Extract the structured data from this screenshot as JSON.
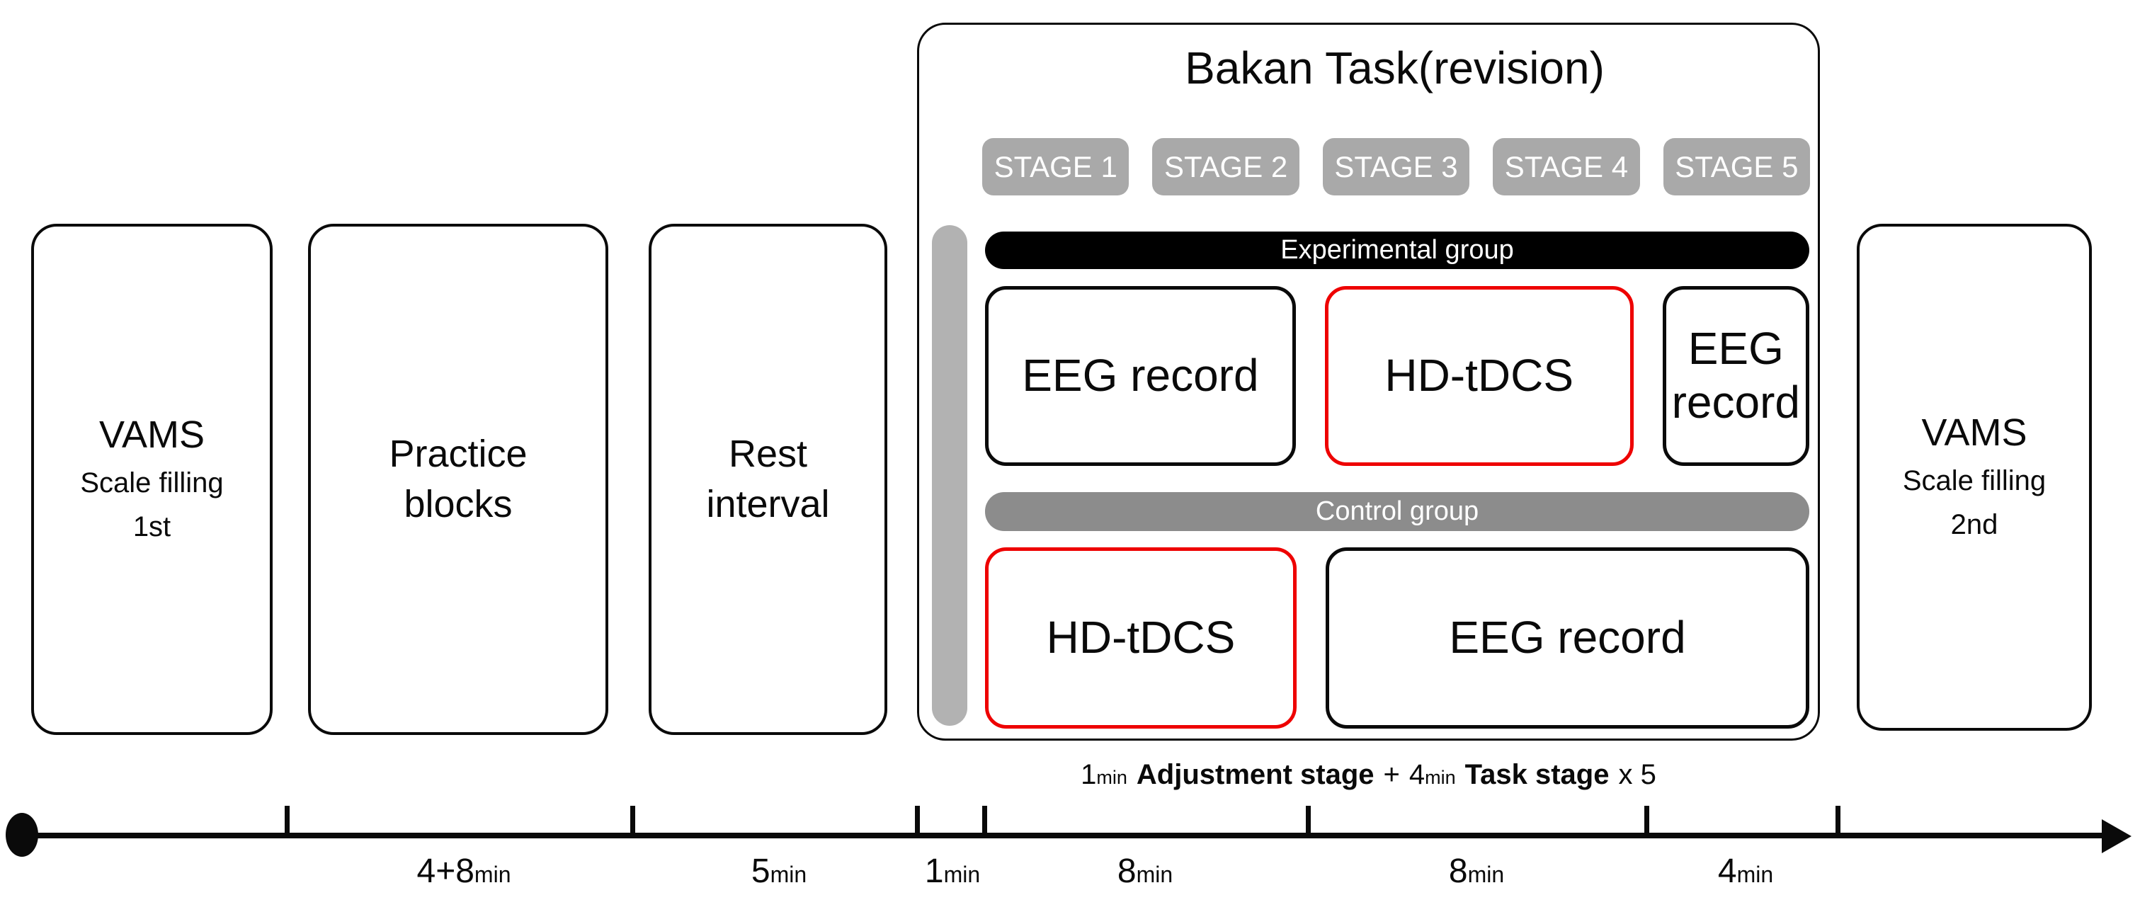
{
  "left_boxes": {
    "vams1": {
      "title": "VAMS",
      "sub1": "Scale filling",
      "sub2": "1st"
    },
    "practice": {
      "line1": "Practice",
      "line2": "blocks"
    },
    "rest": {
      "line1": "Rest",
      "line2": "interval"
    },
    "vams2": {
      "title": "VAMS",
      "sub1": "Scale filling",
      "sub2": "2nd"
    }
  },
  "bakan": {
    "title": "Bakan Task(revision)",
    "stages": [
      "STAGE 1",
      "STAGE 2",
      "STAGE 3",
      "STAGE 4",
      "STAGE 5"
    ],
    "experimental": {
      "label": "Experimental group",
      "boxes": [
        "EEG record",
        "HD-tDCS",
        "EEG record"
      ]
    },
    "control": {
      "label": "Control group",
      "boxes": [
        "HD-tDCS",
        "EEG record"
      ]
    }
  },
  "annotation": {
    "n1": "1",
    "u1": "min",
    "b1": "Adjustment stage",
    "op": "+",
    "n2": "4",
    "u2": "min",
    "b2": "Task stage",
    "tail": "x 5"
  },
  "timeline": {
    "segments": [
      {
        "value": "4+8",
        "unit": "min"
      },
      {
        "value": "5",
        "unit": "min"
      },
      {
        "value": "1",
        "unit": "min"
      },
      {
        "value": "8",
        "unit": "min"
      },
      {
        "value": "8",
        "unit": "min"
      },
      {
        "value": "4",
        "unit": "min"
      }
    ]
  },
  "colors": {
    "badge_gray": "#a9a9a9",
    "control_bar_gray": "#8c8c8c",
    "session_bar_gray": "#b2b2b2",
    "highlight_red": "#ee0000",
    "ink_black": "#0a0a0a"
  }
}
